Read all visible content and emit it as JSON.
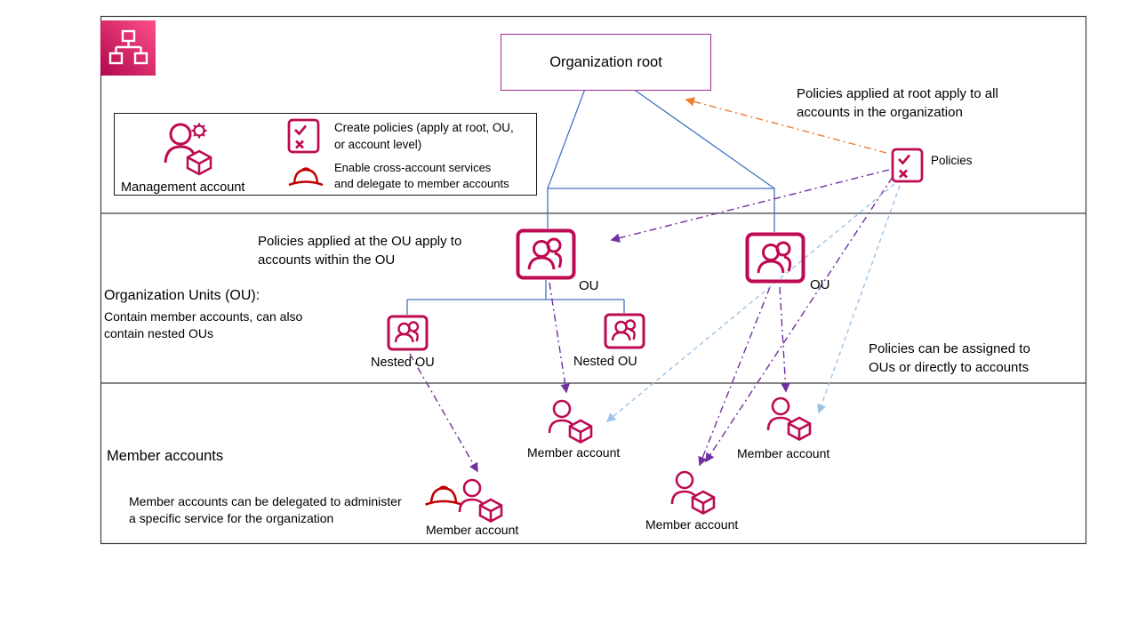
{
  "diagram": {
    "org_root": "Organization root",
    "management_account": "Management account",
    "create_policies": "Create policies (apply at root, OU,\nor account level)",
    "enable_cross_account": "Enable cross-account services\nand delegate to member accounts",
    "policies_label": "Policies",
    "root_policy_note": "Policies applied at root apply to all\naccounts in the organization",
    "ou_policy_note": "Policies applied at the OU apply to\naccounts within the OU",
    "ou_section_title": "Organization Units (OU):",
    "ou_section_desc": "Contain member accounts, can also\ncontain nested OUs",
    "ou_labels": [
      "OU",
      "OU"
    ],
    "nested_ou_labels": [
      "Nested OU",
      "Nested OU"
    ],
    "member_section_title": "Member accounts",
    "member_delegate_note": "Member accounts can be delegated to administer\na specific service for the organization",
    "policy_assign_note": "Policies can be assigned to\nOUs or directly to accounts",
    "member_labels": [
      "Member account",
      "Member account",
      "Member account",
      "Member account"
    ]
  },
  "colors": {
    "crimson": "#bd0a52",
    "hat_red": "#c00000",
    "blue_line": "#4472c4",
    "purple_arrow": "#7030a0",
    "orange_arrow": "#ed7d31",
    "light_blue_arrow": "#9dc3e6",
    "root_border": "#a02b93",
    "section_border": "#3f3f3f",
    "aws_icon_start": "#b0084d",
    "aws_icon_end": "#ff4f8b"
  }
}
